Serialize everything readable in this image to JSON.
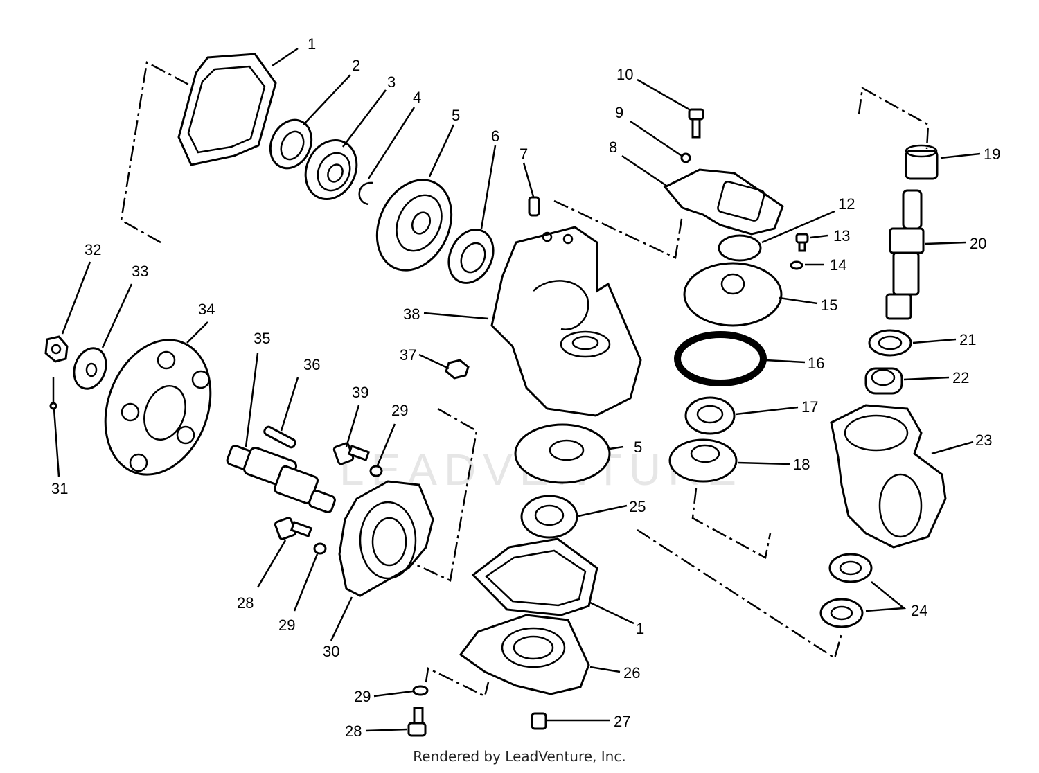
{
  "watermark": "LEADVENTURE",
  "footer": "Rendered by LeadVenture, Inc.",
  "callouts": [
    {
      "id": "c1a",
      "text": "1"
    },
    {
      "id": "c2",
      "text": "2"
    },
    {
      "id": "c3",
      "text": "3"
    },
    {
      "id": "c4",
      "text": "4"
    },
    {
      "id": "c5a",
      "text": "5"
    },
    {
      "id": "c6",
      "text": "6"
    },
    {
      "id": "c7",
      "text": "7"
    },
    {
      "id": "c8",
      "text": "8"
    },
    {
      "id": "c9",
      "text": "9"
    },
    {
      "id": "c10",
      "text": "10"
    },
    {
      "id": "c12",
      "text": "12"
    },
    {
      "id": "c13",
      "text": "13"
    },
    {
      "id": "c14",
      "text": "14"
    },
    {
      "id": "c15",
      "text": "15"
    },
    {
      "id": "c16",
      "text": "16"
    },
    {
      "id": "c17",
      "text": "17"
    },
    {
      "id": "c18",
      "text": "18"
    },
    {
      "id": "c19",
      "text": "19"
    },
    {
      "id": "c20",
      "text": "20"
    },
    {
      "id": "c21",
      "text": "21"
    },
    {
      "id": "c22",
      "text": "22"
    },
    {
      "id": "c23",
      "text": "23"
    },
    {
      "id": "c24",
      "text": "24"
    },
    {
      "id": "c25",
      "text": "25"
    },
    {
      "id": "c5b",
      "text": "5"
    },
    {
      "id": "c1b",
      "text": "1"
    },
    {
      "id": "c26",
      "text": "26"
    },
    {
      "id": "c27",
      "text": "27"
    },
    {
      "id": "c28a",
      "text": "28"
    },
    {
      "id": "c29a",
      "text": "29"
    },
    {
      "id": "c30",
      "text": "30"
    },
    {
      "id": "c28b",
      "text": "28"
    },
    {
      "id": "c29b",
      "text": "29"
    },
    {
      "id": "c29c",
      "text": "29"
    },
    {
      "id": "c31",
      "text": "31"
    },
    {
      "id": "c32",
      "text": "32"
    },
    {
      "id": "c33",
      "text": "33"
    },
    {
      "id": "c34",
      "text": "34"
    },
    {
      "id": "c35",
      "text": "35"
    },
    {
      "id": "c36",
      "text": "36"
    },
    {
      "id": "c37",
      "text": "37"
    },
    {
      "id": "c38",
      "text": "38"
    },
    {
      "id": "c39",
      "text": "39"
    }
  ]
}
